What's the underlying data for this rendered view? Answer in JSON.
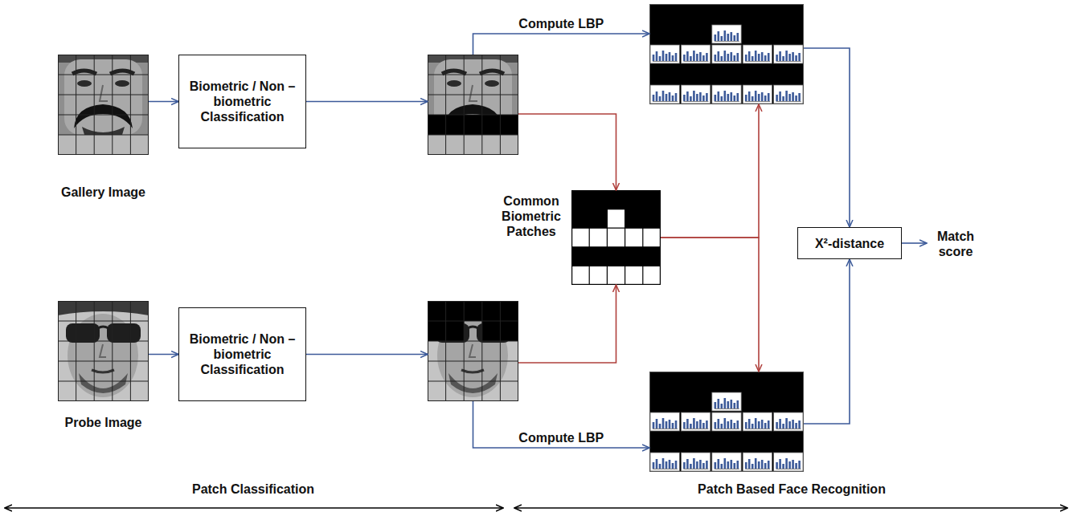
{
  "diagram": {
    "nodes": [
      {
        "text": [
          "Gallery Image"
        ]
      },
      {
        "text": [
          "Biometric / Non –biometric Classification"
        ]
      },
      {
        "text": []
      },
      {
        "text": []
      },
      {
        "text": [
          "Common Biometric Patches"
        ]
      },
      {
        "text": [
          "X²-distance"
        ]
      },
      {
        "text": [
          "Probe Image"
        ]
      },
      {
        "text": [
          "Biometric / Non –biometric Classification"
        ]
      },
      {
        "text": []
      },
      {
        "text": []
      }
    ],
    "edges": [
      {
        "from": 0,
        "to": 1,
        "arrow": "to"
      },
      {
        "from": 1,
        "to": 2,
        "arrow": "to"
      },
      {
        "from": 2,
        "to": 3,
        "label": "Compute LBP",
        "arrow": "to"
      },
      {
        "from": 2,
        "to": 4,
        "arrow": "to"
      },
      {
        "from": 8,
        "to": 4,
        "arrow": "to"
      },
      {
        "from": 4,
        "to": 3,
        "arrow": "to"
      },
      {
        "from": 4,
        "to": 9,
        "arrow": "to"
      },
      {
        "from": 3,
        "to": 5,
        "arrow": "to"
      },
      {
        "from": 9,
        "to": 5,
        "arrow": "to"
      },
      {
        "from": 6,
        "to": 7,
        "arrow": "to"
      },
      {
        "from": 7,
        "to": 8,
        "arrow": "to"
      },
      {
        "from": 8,
        "to": 9,
        "label": "Compute LBP",
        "arrow": "to"
      }
    ],
    "labels": [
      "Match score",
      "Patch Classification",
      "Patch Based Face Recognition"
    ]
  }
}
